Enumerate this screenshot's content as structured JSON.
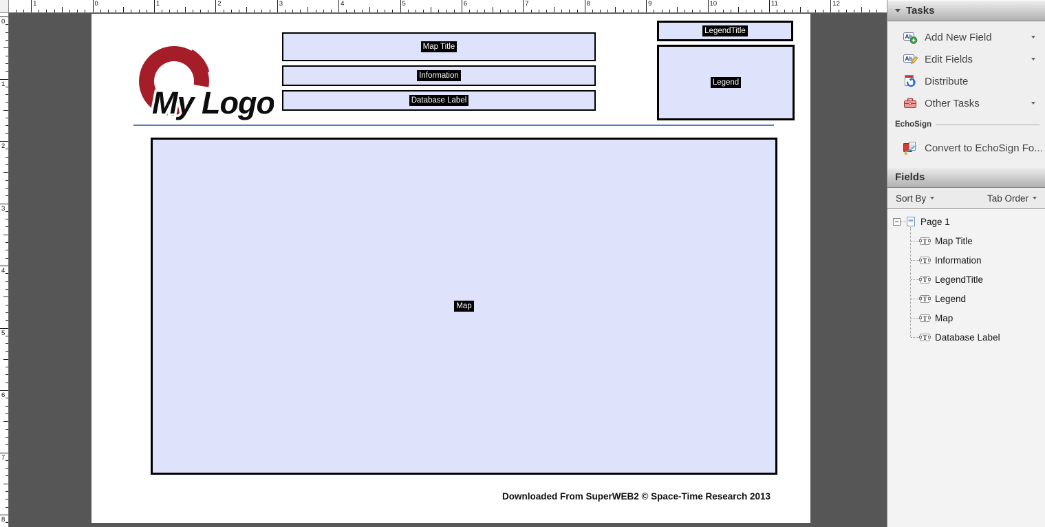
{
  "canvas": {
    "top_ruler_labels": [
      "1",
      "0",
      "1",
      "2",
      "3",
      "4",
      "5",
      "6",
      "7",
      "8",
      "9",
      "10",
      "11",
      "12"
    ],
    "left_ruler_labels": [
      "0",
      "1",
      "2",
      "3",
      "4",
      "5",
      "6",
      "7",
      "8"
    ]
  },
  "page": {
    "logo_text": "My Logo",
    "fields": {
      "map_title": "Map Title",
      "information": "Information",
      "database_label": "Database Label",
      "legend_title": "LegendTitle",
      "legend": "Legend",
      "map": "Map"
    },
    "footer": "Downloaded From SuperWEB2 © Space-Time Research 2013"
  },
  "sidebar": {
    "tasks": {
      "title": "Tasks",
      "items": [
        {
          "id": "add-new-field",
          "label": "Add New Field",
          "icon": "add-field-icon",
          "dropdown": true
        },
        {
          "id": "edit-fields",
          "label": "Edit Fields",
          "icon": "edit-fields-icon",
          "dropdown": true
        },
        {
          "id": "distribute",
          "label": "Distribute",
          "icon": "distribute-icon",
          "dropdown": false
        },
        {
          "id": "other-tasks",
          "label": "Other Tasks",
          "icon": "briefcase-icon",
          "dropdown": true
        }
      ],
      "echosign_label": "EchoSign",
      "echosign_item": "Convert to EchoSign Fo..."
    },
    "fields_panel": {
      "title": "Fields",
      "sort_by": "Sort By",
      "tab_order": "Tab Order",
      "tree_root": "Page 1",
      "tree_items": [
        "Map Title",
        "Information",
        "LegendTitle",
        "Legend",
        "Map",
        "Database Label"
      ]
    }
  },
  "colors": {
    "pasteboard": "#565656",
    "field_fill": "#dee2fb",
    "field_border": "#000000",
    "accent_line_blue": "#537fb3",
    "logo_red": "#a51d28",
    "label_bg": "#000000",
    "label_text": "#ffffff"
  }
}
